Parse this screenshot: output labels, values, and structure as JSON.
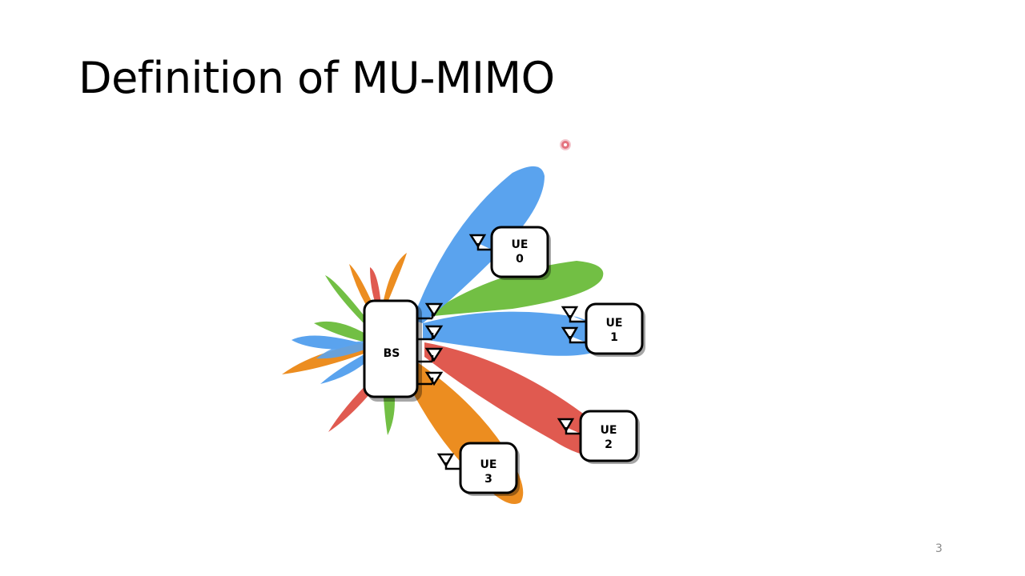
{
  "slide": {
    "title": "Definition of MU-MIMO",
    "page_number": "3"
  },
  "diagram": {
    "base_station": {
      "label": "BS"
    },
    "user_equipment": [
      {
        "label_line1": "UE",
        "label_line2": "0",
        "beam_color": "#5aa3ee"
      },
      {
        "label_line1": "UE",
        "label_line2": "1",
        "beam_color": "#5aa3ee"
      },
      {
        "label_line1": "UE",
        "label_line2": "2",
        "beam_color": "#e05a50"
      },
      {
        "label_line1": "UE",
        "label_line2": "3",
        "beam_color": "#ec8d20"
      }
    ],
    "beam_colors": {
      "blue": "#5aa3ee",
      "green": "#72bf44",
      "red": "#e05a50",
      "orange": "#ec8d20"
    }
  }
}
